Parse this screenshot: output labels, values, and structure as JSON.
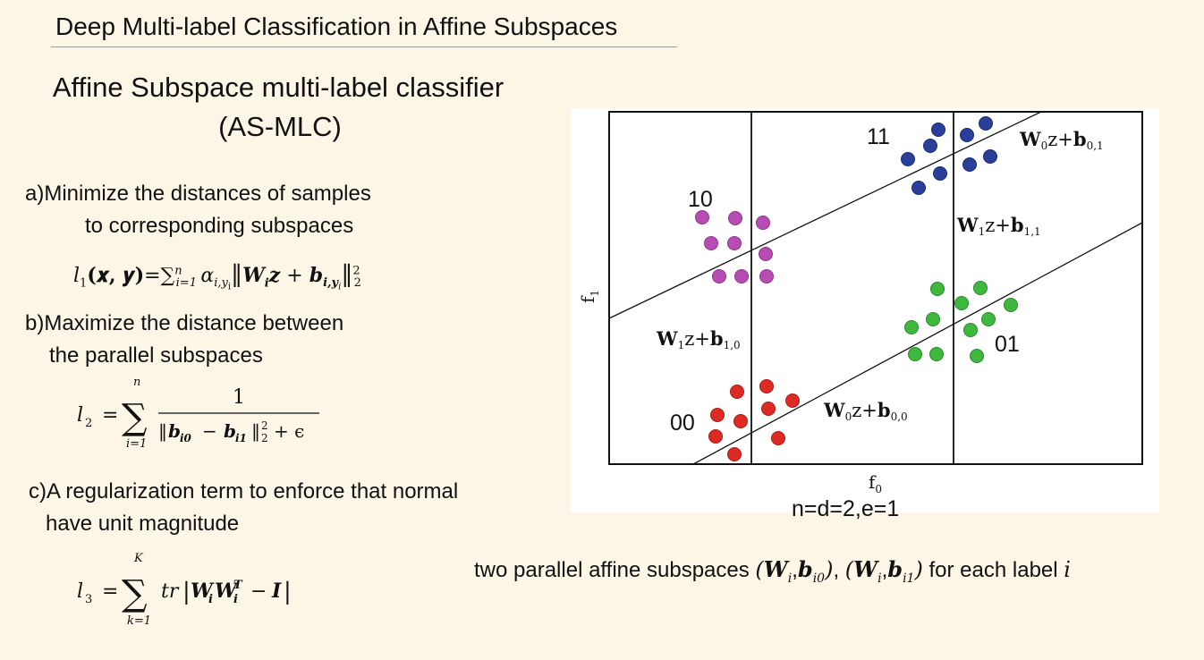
{
  "slide": {
    "title": "Deep Multi-label Classification in Affine Subspaces",
    "subtitle_line1": "Affine Subspace multi-label classifier",
    "subtitle_line2": "(AS-MLC)"
  },
  "objectives": {
    "a_line1": "a)Minimize the distances of samples",
    "a_line2": "to corresponding subspaces",
    "b_line1": "b)Maximize the distance between",
    "b_line2": "the parallel subspaces",
    "c_line1": "c)A regularization term to enforce that normal",
    "c_line2": "have unit magnitude"
  },
  "equations": {
    "l1": {
      "lhs": "l",
      "lhs_sub": "1",
      "args": "(𝒙, 𝒚)",
      "eq": "=",
      "sum": "∑",
      "sum_sub": "i=1",
      "sum_sup": "n",
      "alpha": "α",
      "alpha_sub": "i,y",
      "alpha_subsub": "i",
      "norm_open": "‖",
      "W": "W",
      "W_sub": "i",
      "z": "z",
      "plus": "+",
      "b": "b",
      "b_sub": "i,y",
      "b_subsub": "i",
      "norm_close": "‖",
      "sq": "2",
      "norm_sub": "2"
    },
    "l2": {
      "lhs": "l",
      "lhs_sub": "2",
      "eq": "=",
      "sum": "∑",
      "sum_sup": "n",
      "sum_sub": "i=1",
      "numerator": "1",
      "den_open": "‖",
      "b0": "b",
      "b0_sub": "i0",
      "minus": "−",
      "b1": "b",
      "b1_sub": "i1",
      "den_close": "‖",
      "den_sq": "2",
      "den_norm": "2",
      "den_plus": "+ ϵ"
    },
    "l3": {
      "lhs": "l",
      "lhs_sub": "3",
      "eq": "=",
      "sum": "∑",
      "sum_sup": "K",
      "sum_sub": "k=1",
      "tr": "tr",
      "bar_open": "|",
      "W1": "W",
      "W1_sub": "i",
      "W2": "W",
      "W2_sub": "i",
      "W2_sup": "T",
      "minus": "−",
      "I": "I",
      "bar_close": "|"
    }
  },
  "figure": {
    "x_axis_label": "f",
    "x_axis_sub": "0",
    "y_axis_label": "f",
    "y_axis_sub": "1",
    "region_labels": [
      "11",
      "10",
      "01",
      "00"
    ],
    "line_labels": [
      {
        "W": "W",
        "W_sub": "0",
        "rest": "z+",
        "b": "b",
        "b_sub": "0,1"
      },
      {
        "W": "W",
        "W_sub": "1",
        "rest": "z+",
        "b": "b",
        "b_sub": "1,1"
      },
      {
        "W": "W",
        "W_sub": "1",
        "rest": "z+",
        "b": "b",
        "b_sub": "1,0"
      },
      {
        "W": "W",
        "W_sub": "0",
        "rest": "z+",
        "b": "b",
        "b_sub": "0,0"
      }
    ],
    "colors": {
      "blue": "#2a3e9a",
      "magenta": "#b84cb5",
      "green": "#3fb83f",
      "red": "#dd2a22"
    },
    "caption": "n=d=2,e=1"
  },
  "bottom_note": {
    "prefix": "two parallel  affine subspaces ",
    "p1_open": "(",
    "p1_W": "W",
    "p1_W_sub": "i",
    "p1_comma": ",",
    "p1_b": "b",
    "p1_b_sub": "i0",
    "p1_close": ")",
    "sep": ", ",
    "p2_open": "(",
    "p2_W": "W",
    "p2_W_sub": "i",
    "p2_comma": ",",
    "p2_b": "b",
    "p2_b_sub": "i1",
    "p2_close": ")",
    "suffix": " for each label ",
    "label_var": "i"
  }
}
